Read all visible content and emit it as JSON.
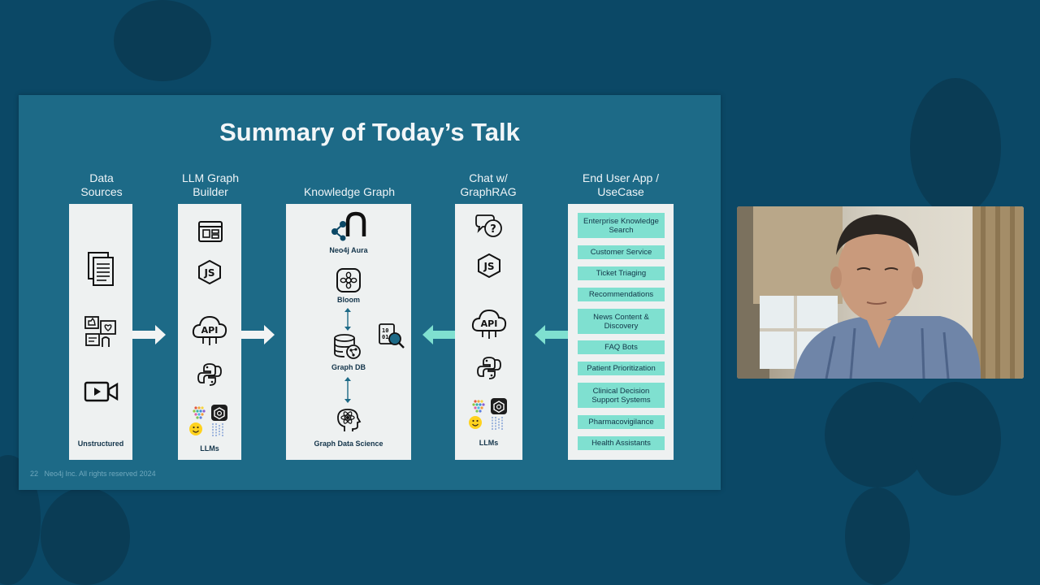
{
  "slide": {
    "title": "Summary of Today’s Talk",
    "footer": "22   Neo4j Inc. All rights reserved 2024",
    "columns": [
      {
        "title_lines": [
          "Data",
          "Sources"
        ]
      },
      {
        "title_lines": [
          "LLM Graph",
          "Builder"
        ]
      },
      {
        "title_lines": [
          "Knowledge Graph"
        ]
      },
      {
        "title_lines": [
          "Chat w/",
          "GraphRAG"
        ]
      },
      {
        "title_lines": [
          "End User App /",
          "UseCase"
        ]
      }
    ],
    "sources": {
      "label": "Unstructured"
    },
    "builder": {
      "llm_label": "LLMs"
    },
    "kg": {
      "aura_label": "Neo4j Aura",
      "bloom_label": "Bloom",
      "db_label": "Graph DB",
      "gds_label": "Graph Data Science"
    },
    "chat": {
      "llm_label": "LLMs"
    },
    "usecases": [
      "Enterprise Knowledge Search",
      "Customer Service",
      "Ticket Triaging",
      "Recommendations",
      "News Content & Discovery",
      "FAQ Bots",
      "Patient Prioritization",
      "Clinical Decision Support Systems",
      "Pharmacovigilance",
      "Health Assistants"
    ]
  },
  "colors": {
    "background": "#0b4866",
    "slide": "#1d6a87",
    "card": "#eef1f1",
    "usecase": "#7fe0d0",
    "arrow_white": "#f2f4f4",
    "arrow_teal": "#7fe0d0"
  }
}
